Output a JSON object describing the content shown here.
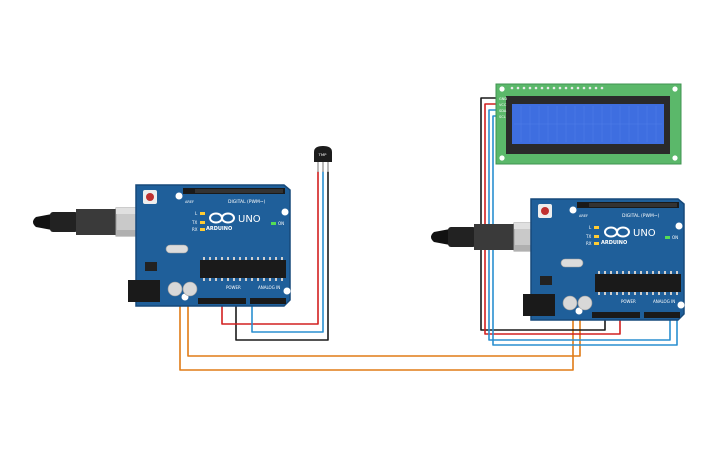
{
  "board1": {
    "brand": "ARDUINO",
    "model": "UNO",
    "digital_header": "DIGITAL (PWM~)",
    "power_header": "POWER",
    "analog_header": "ANALOG IN",
    "tx": "TX",
    "rx": "RX",
    "l": "L",
    "on": "ON",
    "aref": "AREF"
  },
  "board2": {
    "brand": "ARDUINO",
    "model": "UNO",
    "digital_header": "DIGITAL (PWM~)",
    "power_header": "POWER",
    "analog_header": "ANALOG IN",
    "tx": "TX",
    "rx": "RX",
    "l": "L",
    "on": "ON",
    "aref": "AREF"
  },
  "sensor": {
    "label": "TMP"
  },
  "lcd": {
    "pins": [
      "GND",
      "VCC",
      "SDA",
      "SCL"
    ]
  },
  "colors": {
    "board": "#1f5f9a",
    "board_edge": "#17497a",
    "wire_orange": "#e07b16",
    "wire_red": "#d22020",
    "wire_blue": "#2a8fd0",
    "wire_black": "#1a1a1a",
    "lcd_pcb": "#5bb86a",
    "lcd_screen": "#3e6ee0"
  }
}
